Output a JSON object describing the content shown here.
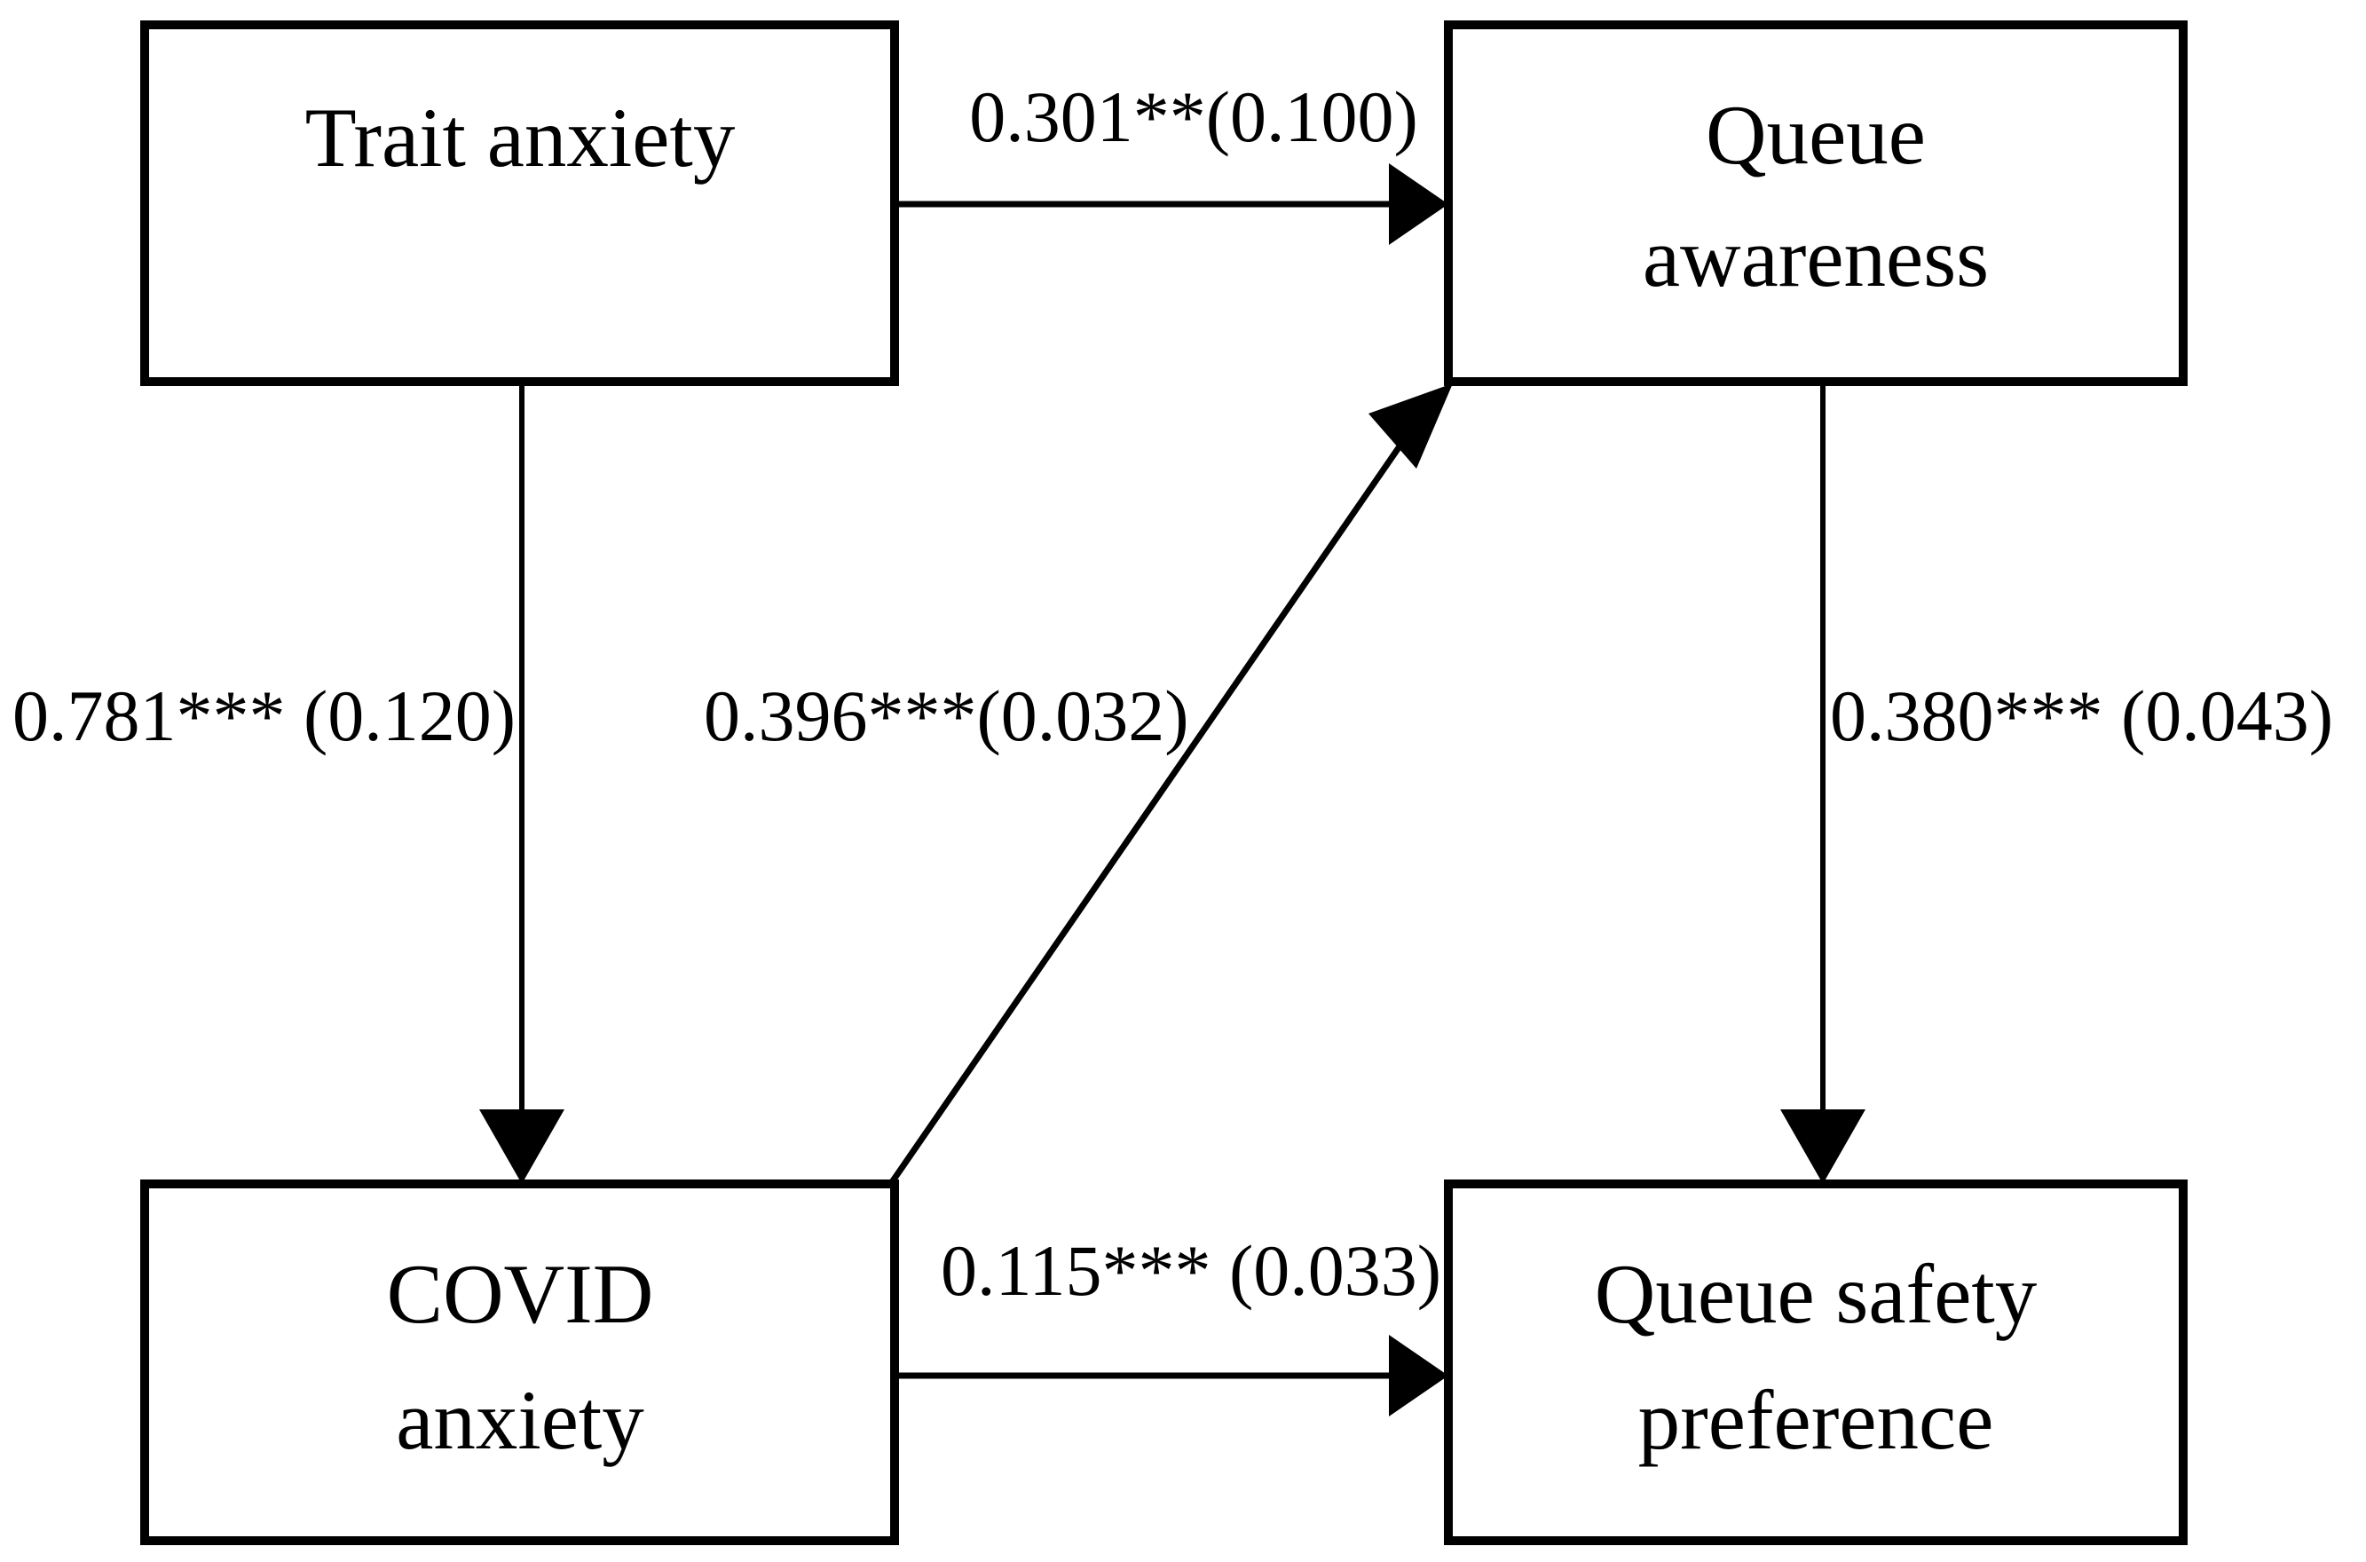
{
  "diagram": {
    "type": "path-diagram",
    "title": "",
    "background_color": "#ffffff",
    "line_color": "#000000",
    "text_color": "#000000",
    "nodes": [
      {
        "id": "trait-anxiety",
        "label_line1": "Trait anxiety",
        "label_line2": "",
        "position": "top-left"
      },
      {
        "id": "queue-awareness",
        "label_line1": "Queue",
        "label_line2": "awareness",
        "position": "top-right"
      },
      {
        "id": "covid-anxiety",
        "label_line1": "COVID",
        "label_line2": "anxiety",
        "position": "bottom-left"
      },
      {
        "id": "queue-safety-preference",
        "label_line1": "Queue safety",
        "label_line2": "preference",
        "position": "bottom-right"
      }
    ],
    "edges": [
      {
        "id": "trait-to-awareness",
        "from": "trait-anxiety",
        "to": "queue-awareness",
        "label": "0.301**(0.100)",
        "coefficient": "0.301",
        "significance": "**",
        "standard_error": "(0.100)",
        "direction": "horizontal-right"
      },
      {
        "id": "trait-to-covid",
        "from": "trait-anxiety",
        "to": "covid-anxiety",
        "label": "0.781*** (0.120)",
        "coefficient": "0.781",
        "significance": "***",
        "standard_error": "(0.120)",
        "direction": "vertical-down"
      },
      {
        "id": "covid-to-awareness",
        "from": "covid-anxiety",
        "to": "queue-awareness",
        "label": "0.396***(0.032)",
        "coefficient": "0.396",
        "significance": "***",
        "standard_error": "(0.032)",
        "direction": "diagonal-up-right"
      },
      {
        "id": "awareness-to-preference",
        "from": "queue-awareness",
        "to": "queue-safety-preference",
        "label": "0.380*** (0.043)",
        "coefficient": "0.380",
        "significance": "***",
        "standard_error": "(0.043)",
        "direction": "vertical-down"
      },
      {
        "id": "covid-to-preference",
        "from": "covid-anxiety",
        "to": "queue-safety-preference",
        "label": "0.115*** (0.033)",
        "coefficient": "0.115",
        "significance": "***",
        "standard_error": "(0.033)",
        "direction": "horizontal-right"
      }
    ]
  }
}
